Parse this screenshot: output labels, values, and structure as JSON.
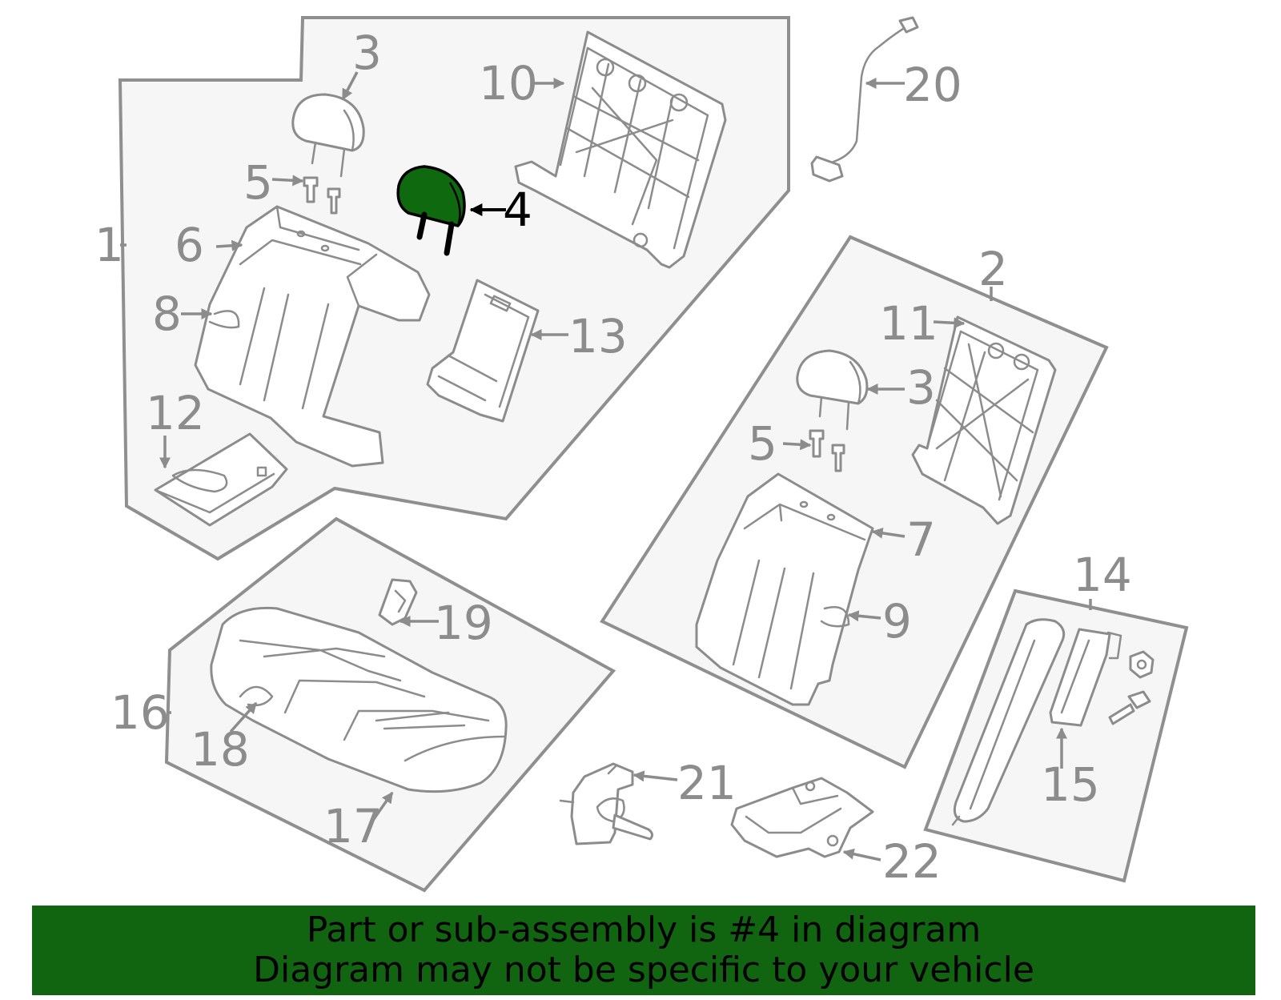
{
  "diagram": {
    "callouts": {
      "c1": "1",
      "c2": "2",
      "c3a": "3",
      "c3b": "3",
      "c4": "4",
      "c5a": "5",
      "c5b": "5",
      "c6": "6",
      "c7": "7",
      "c8": "8",
      "c9": "9",
      "c10": "10",
      "c11": "11",
      "c12": "12",
      "c13": "13",
      "c14": "14",
      "c15": "15",
      "c16": "16",
      "c17": "17",
      "c18": "18",
      "c19": "19",
      "c20": "20",
      "c21": "21",
      "c22": "22"
    },
    "highlighted_part": "4",
    "highlight_color": "#0f6a0f",
    "line_color": "#8c8c8c"
  },
  "banner": {
    "line1": "Part or sub-assembly is #4 in diagram",
    "line2": "Diagram may not be specific to your vehicle",
    "background": "#116511"
  }
}
